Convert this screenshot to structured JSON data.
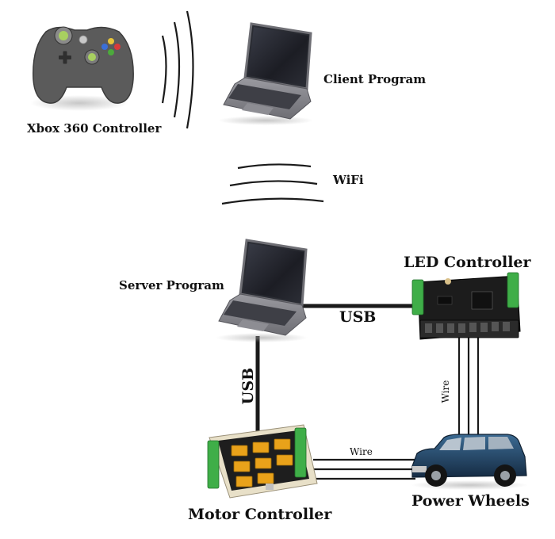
{
  "labels": {
    "xbox": "Xbox 360 Controller",
    "client": "Client Program",
    "wifi": "WiFi",
    "server": "Server Program",
    "led": "LED Controller",
    "usb_horizontal": "USB",
    "usb_vertical": "USB",
    "wire_vertical": "Wire",
    "wire_horizontal": "Wire",
    "motor": "Motor Controller",
    "wheels": "Power Wheels"
  },
  "colors": {
    "line": "#1a1a1a",
    "controller_body": "#5a5a5a",
    "laptop_body": "#7e7e84",
    "laptop_screen": "#22242c",
    "pcb": "#1c1c1c",
    "terminal_green": "#3fae48",
    "relay": "#e9a21a",
    "car_body": "#1f3d5c"
  }
}
